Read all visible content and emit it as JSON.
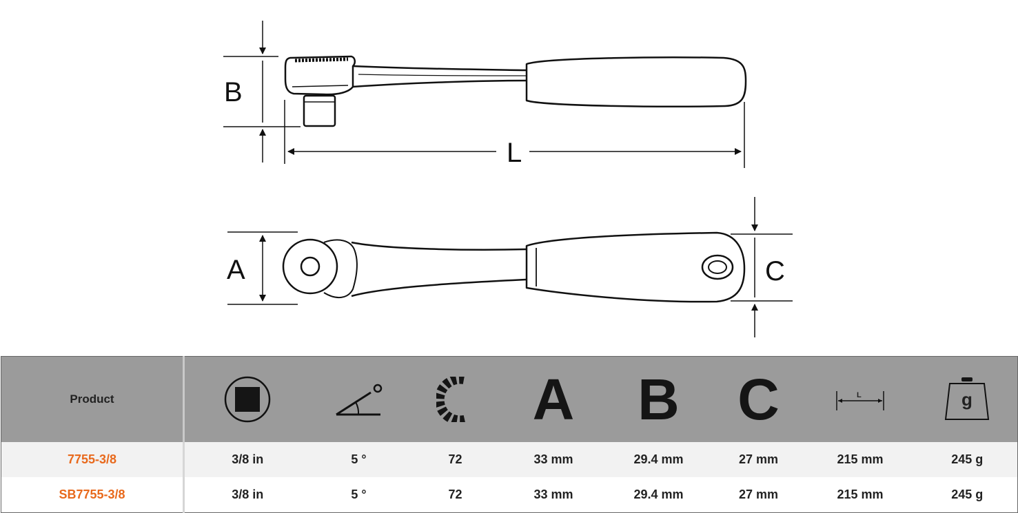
{
  "drawing": {
    "labels": {
      "a": "A",
      "b": "B",
      "c": "C",
      "l": "L"
    }
  },
  "table": {
    "product_header": "Product",
    "headers": [
      {
        "icon": "square-drive-icon"
      },
      {
        "icon": "ratchet-angle-icon"
      },
      {
        "icon": "teeth-gear-icon"
      },
      {
        "letter": "A"
      },
      {
        "letter": "B"
      },
      {
        "letter": "C"
      },
      {
        "icon": "length-icon",
        "label": "L"
      },
      {
        "icon": "weight-icon",
        "label": "g"
      }
    ],
    "rows": [
      {
        "product": "7755-3/8",
        "values": [
          "3/8 in",
          "5 °",
          "72",
          "33 mm",
          "29.4 mm",
          "27 mm",
          "215 mm",
          "245 g"
        ]
      },
      {
        "product": "SB7755-3/8",
        "values": [
          "3/8 in",
          "5 °",
          "72",
          "33 mm",
          "29.4 mm",
          "27 mm",
          "215 mm",
          "245 g"
        ]
      }
    ]
  },
  "colors": {
    "product_code": "#e8691c",
    "header_bg": "#9b9b9b",
    "row_alt": "#f2f2f2"
  }
}
